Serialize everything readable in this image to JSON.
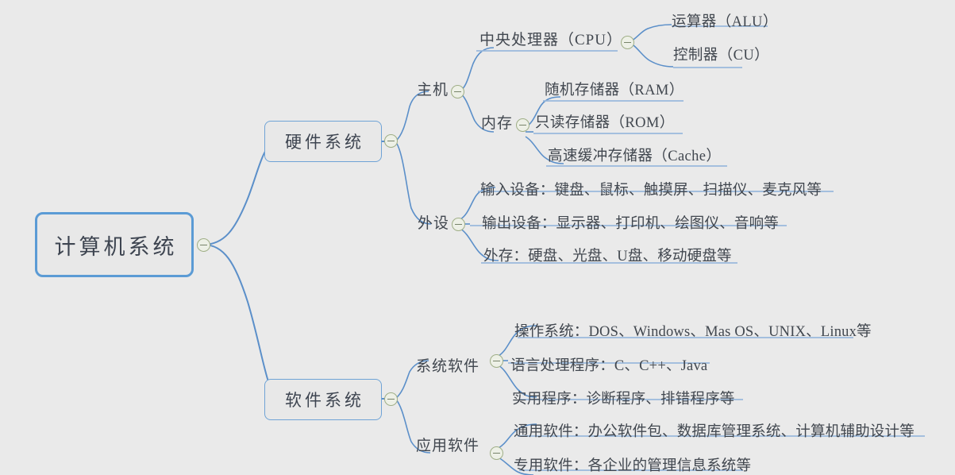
{
  "canvas": {
    "background": "#eaeaea",
    "line_color": "#5b8fc9",
    "underline_color": "#9ab9dc",
    "node_border_color": "#5b9bd5",
    "text_color": "#41474f",
    "toggle_color": "#9fae86"
  },
  "root": {
    "label": "计算机系统",
    "toggle": "collapse-toggle"
  },
  "branches": [
    {
      "id": "hardware",
      "label": "硬件系统",
      "toggle": "collapse-toggle",
      "children": [
        {
          "id": "host",
          "label": "主机",
          "toggle": "collapse-toggle",
          "children": [
            {
              "id": "cpu",
              "label": "中央处理器（CPU）",
              "toggle": "collapse-toggle",
              "leaves": [
                {
                  "id": "alu",
                  "label": "运算器（ALU）"
                },
                {
                  "id": "cu",
                  "label": "控制器（CU）"
                }
              ]
            },
            {
              "id": "memory",
              "label": "内存",
              "toggle": "collapse-toggle",
              "leaves": [
                {
                  "id": "ram",
                  "label": "随机存储器（RAM）"
                },
                {
                  "id": "rom",
                  "label": "只读存储器（ROM）"
                },
                {
                  "id": "cache",
                  "label": "高速缓冲存储器（Cache）"
                }
              ]
            }
          ]
        },
        {
          "id": "peripherals",
          "label": "外设",
          "toggle": "collapse-toggle",
          "leaves": [
            {
              "id": "input-devices",
              "label": "输入设备：键盘、鼠标、触摸屏、扫描仪、麦克风等"
            },
            {
              "id": "output-devices",
              "label": "输出设备：显示器、打印机、绘图仪、音响等"
            },
            {
              "id": "external-storage",
              "label": "外存：硬盘、光盘、U盘、移动硬盘等"
            }
          ]
        }
      ]
    },
    {
      "id": "software",
      "label": "软件系统",
      "toggle": "collapse-toggle",
      "children": [
        {
          "id": "system-software",
          "label": "系统软件",
          "toggle": "collapse-toggle",
          "leaves": [
            {
              "id": "operating-system",
              "label": "操作系统：DOS、Windows、Mas OS、UNIX、Linux等"
            },
            {
              "id": "language-processor",
              "label": "语言处理程序：C、C++、Java"
            },
            {
              "id": "utility-program",
              "label": "实用程序：诊断程序、排错程序等"
            }
          ]
        },
        {
          "id": "application-software",
          "label": "应用软件",
          "toggle": "collapse-toggle",
          "leaves": [
            {
              "id": "general-software",
              "label": "通用软件：办公软件包、数据库管理系统、计算机辅助设计等"
            },
            {
              "id": "dedicated-software",
              "label": "专用软件：各企业的管理信息系统等"
            }
          ]
        }
      ]
    }
  ]
}
